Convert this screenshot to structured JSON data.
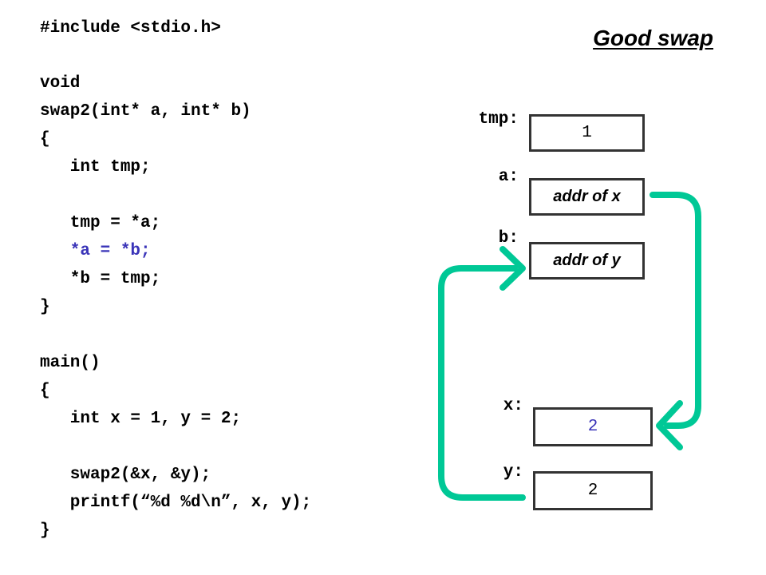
{
  "title": "Good swap",
  "colors": {
    "highlight": "#3a34b8",
    "arrow": "#00c896",
    "box_border": "#333333"
  },
  "code": [
    {
      "text": "#include <stdio.h>",
      "highlight": false
    },
    {
      "text": "void",
      "highlight": false
    },
    {
      "text": "swap2(int* a, int* b)",
      "highlight": false
    },
    {
      "text": "{",
      "highlight": false
    },
    {
      "text": "   int tmp;",
      "highlight": false
    },
    {
      "text": "   tmp = *a;",
      "highlight": false
    },
    {
      "text": "   *a = *b;",
      "highlight": true
    },
    {
      "text": "   *b = tmp;",
      "highlight": false
    },
    {
      "text": "}",
      "highlight": false
    },
    {
      "text": "main()",
      "highlight": false
    },
    {
      "text": "{",
      "highlight": false
    },
    {
      "text": "   int x = 1, y = 2;",
      "highlight": false
    },
    {
      "text": "   swap2(&x, &y);",
      "highlight": false
    },
    {
      "text": "   printf(“%d %d\\n”, x, y);",
      "highlight": false
    },
    {
      "text": "}",
      "highlight": false
    }
  ],
  "variables": [
    {
      "key": "tmp",
      "label": "tmp:",
      "value": "1",
      "kind": "number",
      "highlight": false
    },
    {
      "key": "a",
      "label": "a:",
      "value": "addr of x",
      "kind": "address",
      "highlight": false
    },
    {
      "key": "b",
      "label": "b:",
      "value": "addr of y",
      "kind": "address",
      "highlight": false
    },
    {
      "key": "x",
      "label": "x:",
      "value": "2",
      "kind": "number",
      "highlight": true
    },
    {
      "key": "y",
      "label": "y:",
      "value": "2",
      "kind": "number",
      "highlight": false
    }
  ]
}
